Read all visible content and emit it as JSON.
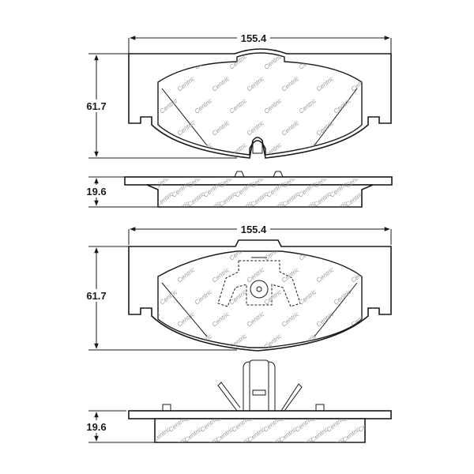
{
  "top_view": {
    "width_label": "155.4",
    "height_label": "61.7",
    "thickness_label": "19.6"
  },
  "bottom_view": {
    "width_label": "155.4",
    "height_label": "61.7",
    "thickness_label": "19.6"
  },
  "watermark_text": "Centric",
  "colors": {
    "line": "#1a1a1a",
    "watermark": "#9a9a9a",
    "background": "#ffffff"
  }
}
